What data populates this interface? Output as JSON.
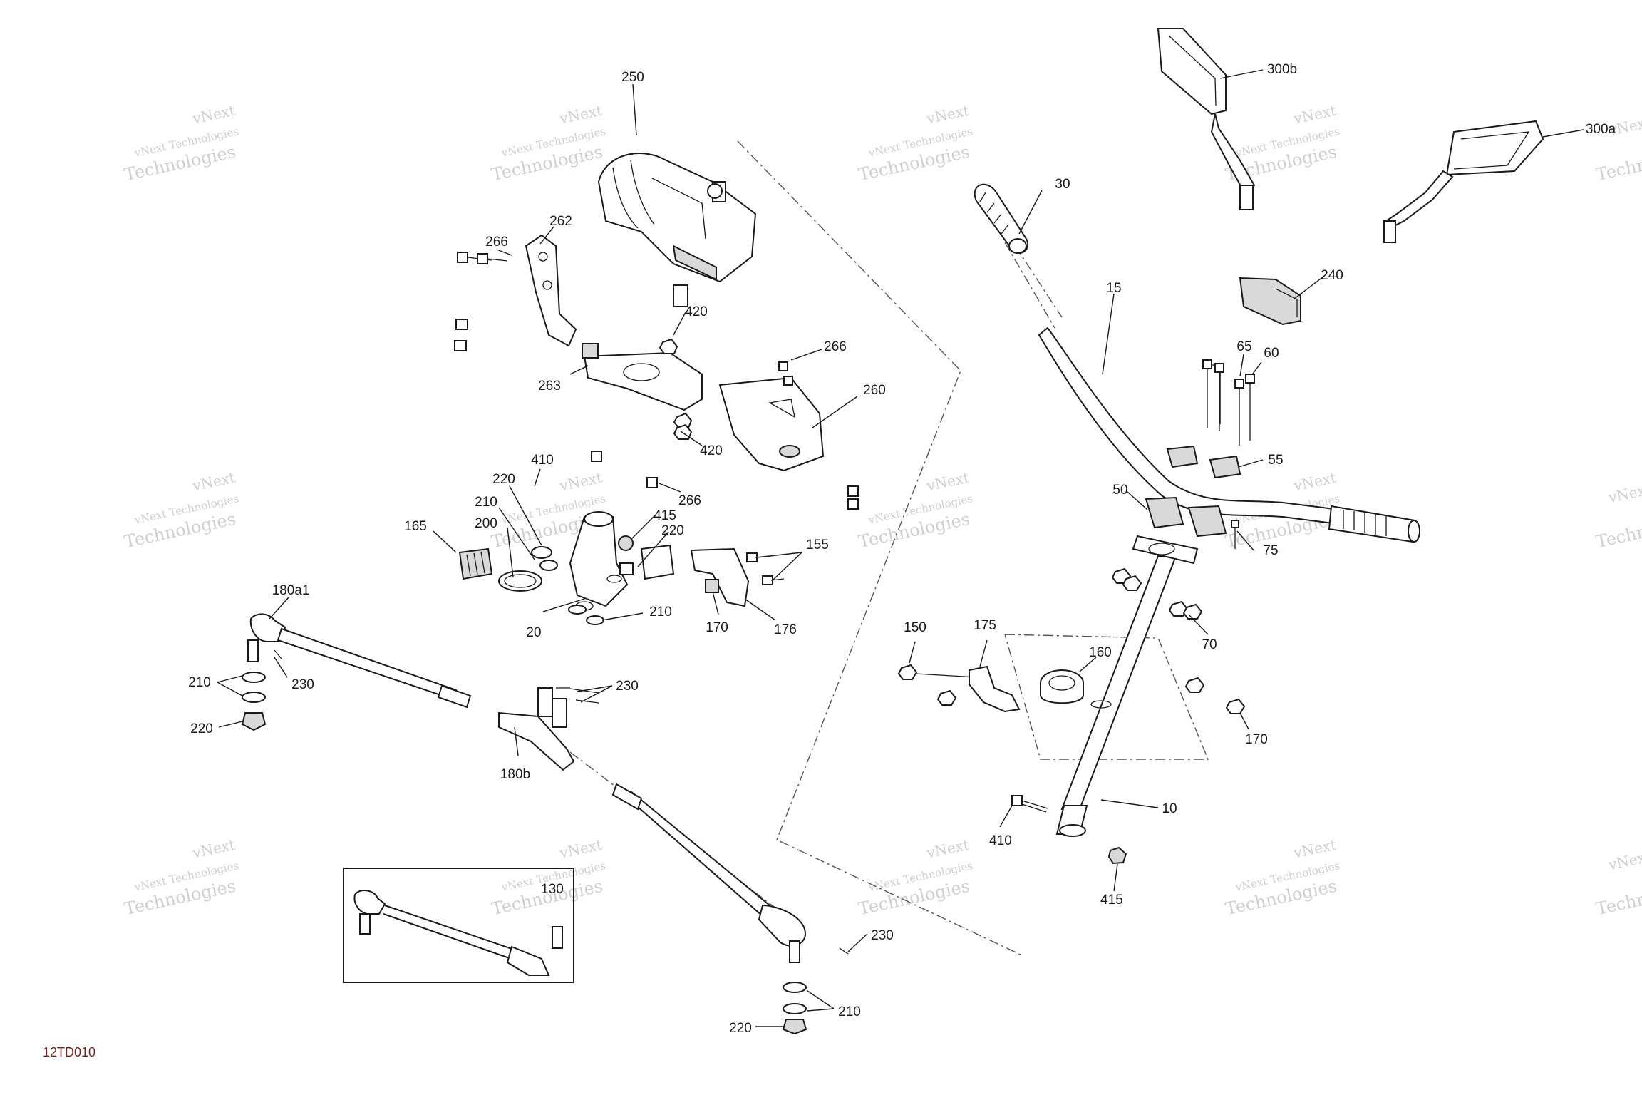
{
  "diagram": {
    "code": "12TD010",
    "watermark": {
      "line1": "vNext",
      "line2": "vNext Technologies",
      "line3": "Technologies"
    },
    "callouts": [
      {
        "id": "250",
        "text": "250"
      },
      {
        "id": "266a",
        "text": "266"
      },
      {
        "id": "262",
        "text": "262"
      },
      {
        "id": "420a",
        "text": "420"
      },
      {
        "id": "266b",
        "text": "266"
      },
      {
        "id": "263",
        "text": "263"
      },
      {
        "id": "260",
        "text": "260"
      },
      {
        "id": "420b",
        "text": "420"
      },
      {
        "id": "410a",
        "text": "410"
      },
      {
        "id": "220a",
        "text": "220"
      },
      {
        "id": "266c",
        "text": "266"
      },
      {
        "id": "210a",
        "text": "210"
      },
      {
        "id": "415a",
        "text": "415"
      },
      {
        "id": "200",
        "text": "200"
      },
      {
        "id": "220b",
        "text": "220"
      },
      {
        "id": "165",
        "text": "165"
      },
      {
        "id": "155",
        "text": "155"
      },
      {
        "id": "210b",
        "text": "210"
      },
      {
        "id": "20",
        "text": "20"
      },
      {
        "id": "170a",
        "text": "170"
      },
      {
        "id": "176",
        "text": "176"
      },
      {
        "id": "180a1",
        "text": "180a1"
      },
      {
        "id": "230a",
        "text": "230"
      },
      {
        "id": "210c",
        "text": "210"
      },
      {
        "id": "220c",
        "text": "220"
      },
      {
        "id": "230b",
        "text": "230"
      },
      {
        "id": "180b",
        "text": "180b"
      },
      {
        "id": "130",
        "text": "130"
      },
      {
        "id": "230c",
        "text": "230"
      },
      {
        "id": "210d",
        "text": "210"
      },
      {
        "id": "220d",
        "text": "220"
      },
      {
        "id": "300b",
        "text": "300b"
      },
      {
        "id": "300a",
        "text": "300a"
      },
      {
        "id": "30",
        "text": "30"
      },
      {
        "id": "240",
        "text": "240"
      },
      {
        "id": "15",
        "text": "15"
      },
      {
        "id": "65",
        "text": "65"
      },
      {
        "id": "60",
        "text": "60"
      },
      {
        "id": "55",
        "text": "55"
      },
      {
        "id": "50",
        "text": "50"
      },
      {
        "id": "75",
        "text": "75"
      },
      {
        "id": "70",
        "text": "70"
      },
      {
        "id": "150",
        "text": "150"
      },
      {
        "id": "175",
        "text": "175"
      },
      {
        "id": "160",
        "text": "160"
      },
      {
        "id": "170b",
        "text": "170"
      },
      {
        "id": "10",
        "text": "10"
      },
      {
        "id": "410b",
        "text": "410"
      },
      {
        "id": "415b",
        "text": "415"
      }
    ]
  }
}
